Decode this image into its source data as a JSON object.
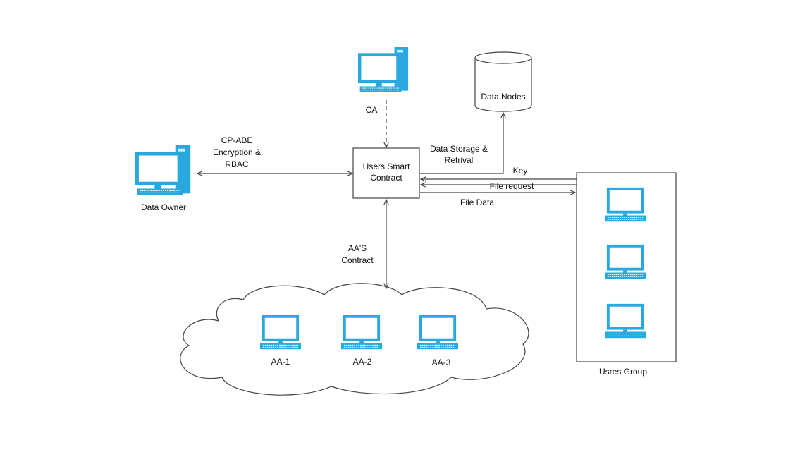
{
  "nodes": {
    "ca": {
      "label": "CA",
      "icon": "desktop-monitor-icon"
    },
    "data_nodes": {
      "label": "Data Nodes",
      "icon": "database-cylinder-icon"
    },
    "data_owner": {
      "label": "Data  Owner",
      "icon": "desktop-monitor-icon"
    },
    "smart_contract": {
      "line1": "Users Smart",
      "line2": "Contract"
    },
    "aa1": {
      "label": "AA-1",
      "icon": "laptop-icon"
    },
    "aa2": {
      "label": "AA-2",
      "icon": "laptop-icon"
    },
    "aa3": {
      "label": "AA-3",
      "icon": "laptop-icon"
    },
    "users_group": {
      "label": "Usres Group",
      "icon": "laptop-icon",
      "member_count": 3
    }
  },
  "edges": {
    "cpabe": {
      "line1": "CP-ABE",
      "line2": "Encryption &",
      "line3": "RBAC"
    },
    "storage": {
      "line1": "Data Storage &",
      "line2": "Retrival"
    },
    "key": "Key",
    "file_request": "File request",
    "file_data": "File Data",
    "aas": {
      "line1": "AA'S",
      "line2": "Contract"
    }
  },
  "colors": {
    "device_blue": "#29a8e0",
    "screen_blue": "#cdeefb",
    "line": "#444444"
  }
}
